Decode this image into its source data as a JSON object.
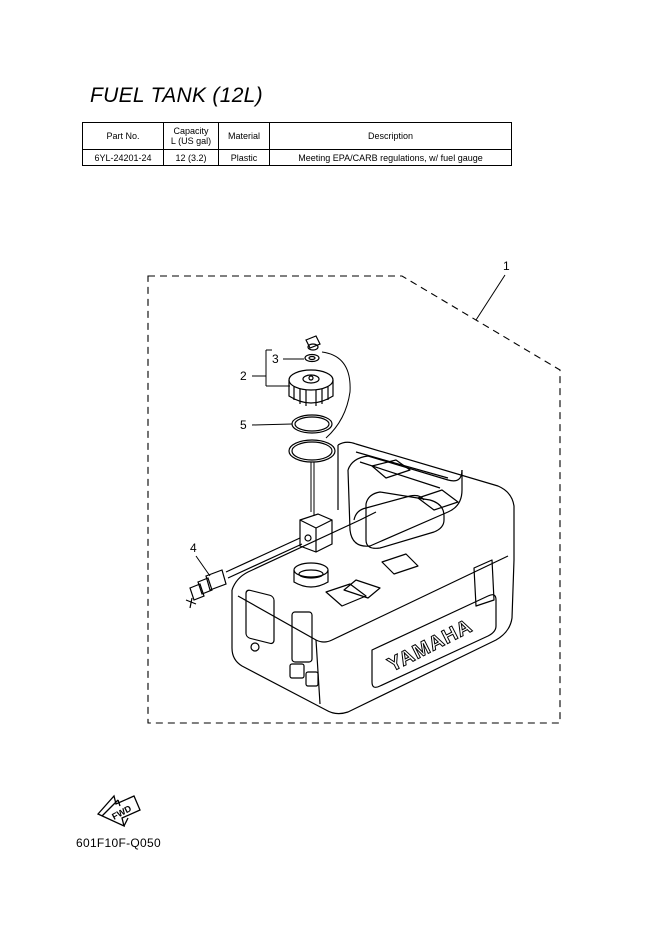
{
  "title": "FUEL TANK (12L)",
  "table": {
    "headers": {
      "part_no": "Part No.",
      "capacity_line1": "Capacity",
      "capacity_line2": "L (US gal)",
      "material": "Material",
      "description": "Description"
    },
    "row": {
      "part_no": "6YL-24201-24",
      "capacity": "12 (3.2)",
      "material": "Plastic",
      "description": "Meeting EPA/CARB regulations, w/ fuel gauge"
    }
  },
  "diagram": {
    "callouts": [
      "1",
      "2",
      "3",
      "4",
      "5"
    ],
    "brand_text": "YAMAHA",
    "fwd_text": "FWD"
  },
  "figure_code": "601F10F-Q050"
}
